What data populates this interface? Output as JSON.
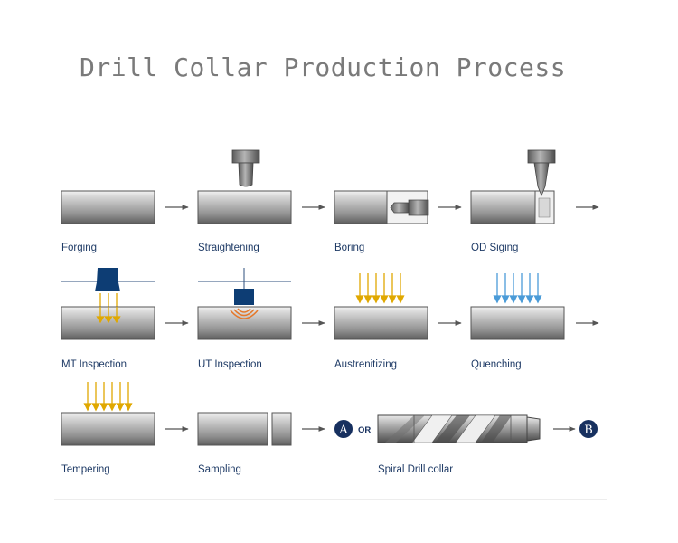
{
  "title": "Drill Collar Production Process",
  "steps": [
    {
      "label": "Forging"
    },
    {
      "label": "Straightening"
    },
    {
      "label": "Boring"
    },
    {
      "label": "OD Siging"
    },
    {
      "label": "MT Inspection"
    },
    {
      "label": "UT Inspection"
    },
    {
      "label": "Austrenitizing"
    },
    {
      "label": "Quenching"
    },
    {
      "label": "Tempering"
    },
    {
      "label": "Sampling"
    },
    {
      "label": "Spiral Drill collar"
    }
  ],
  "connector": {
    "badge_a": "A",
    "or_text": "OR",
    "badge_b": "B"
  },
  "colors": {
    "label_text": "#1f3b66",
    "badge_fill": "#17305f",
    "heat_arrow": "#e0a800",
    "cool_arrow": "#4a9bd8",
    "probe": "#0d3d74",
    "ut_wave": "#e5782a"
  },
  "icons": [
    "press-icon",
    "drill-bit-icon",
    "marking-tool-icon",
    "magnet-probe-icon",
    "ultrasonic-probe-icon"
  ]
}
